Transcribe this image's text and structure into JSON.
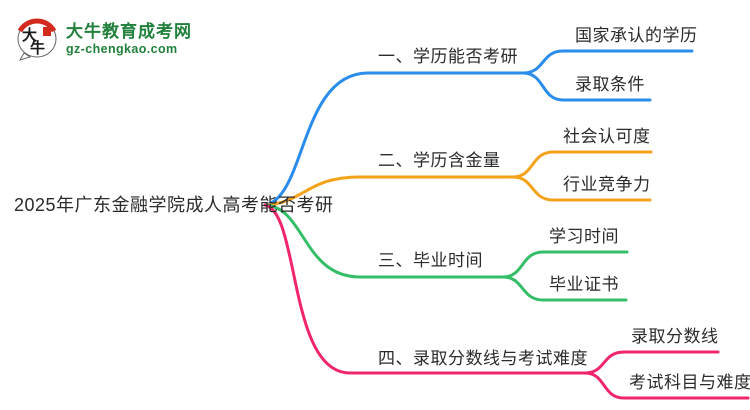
{
  "logo": {
    "icon_char_top": "大",
    "icon_char_bottom": "牛",
    "site_name": "大牛教育成考网",
    "site_url": "gz-chengkao.com"
  },
  "root": {
    "label": "2025年广东金融学院成人高考能否考研"
  },
  "branches": [
    {
      "label": "一、学历能否考研",
      "color": "#2A8CEB",
      "children": [
        {
          "label": "国家承认的学历"
        },
        {
          "label": "录取条件"
        }
      ]
    },
    {
      "label": "二、学历含金量",
      "color": "#F5A21B",
      "children": [
        {
          "label": "社会认可度"
        },
        {
          "label": "行业竞争力"
        }
      ]
    },
    {
      "label": "三、毕业时间",
      "color": "#35BE68",
      "children": [
        {
          "label": "学习时间"
        },
        {
          "label": "毕业证书"
        }
      ]
    },
    {
      "label": "四、录取分数线与考试难度",
      "color": "#F1256E",
      "children": [
        {
          "label": "录取分数线"
        },
        {
          "label": "考试科目与难度"
        }
      ]
    }
  ],
  "colors": {
    "text": "#2b2b2b",
    "logo_green": "#21813C",
    "seal_red": "#D42A1D"
  }
}
